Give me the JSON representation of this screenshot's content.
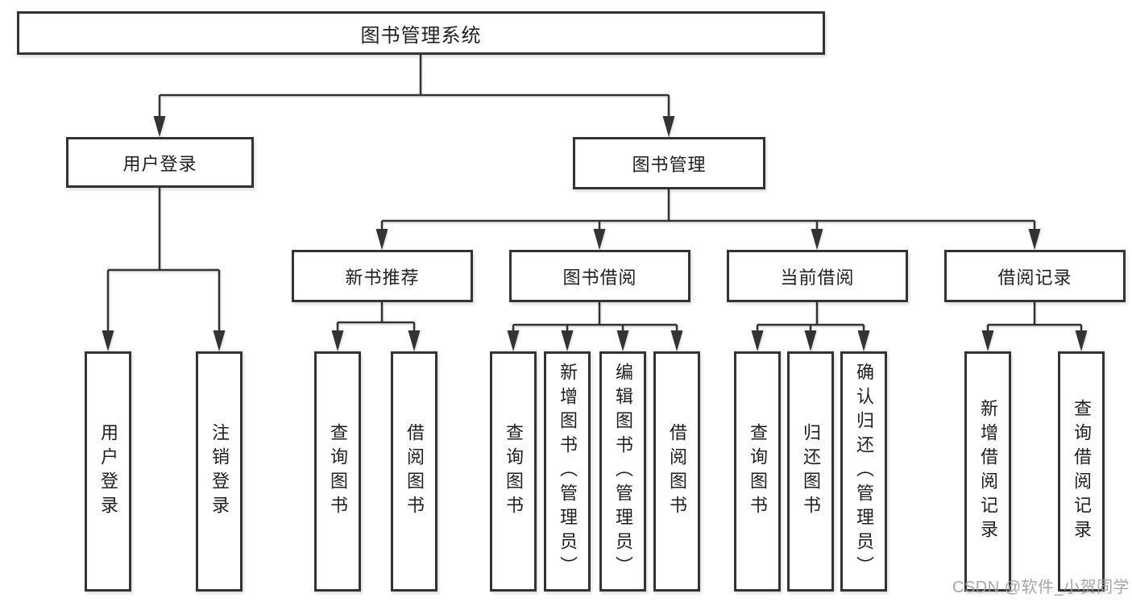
{
  "diagram_title": "图书管理系统",
  "watermark": {
    "text": "CSDN @软件_小贺同学"
  },
  "colors": {
    "line": "#333333",
    "box_border": "#333333",
    "text": "#1f1f1f",
    "watermark": "#9e9e9e",
    "background": "#ffffff"
  },
  "tree": {
    "root": {
      "label": "图书管理系统",
      "children": [
        {
          "label": "用户登录",
          "children": [
            {
              "label": "用户登录"
            },
            {
              "label": "注销登录"
            }
          ]
        },
        {
          "label": "图书管理",
          "children": [
            {
              "label": "新书推荐",
              "children": [
                {
                  "label": "查询图书"
                },
                {
                  "label": "借阅图书"
                }
              ]
            },
            {
              "label": "图书借阅",
              "children": [
                {
                  "label": "查询图书"
                },
                {
                  "label": "新增图书（管理员）"
                },
                {
                  "label": "编辑图书（管理员）"
                },
                {
                  "label": "借阅图书"
                }
              ]
            },
            {
              "label": "当前借阅",
              "children": [
                {
                  "label": "查询图书"
                },
                {
                  "label": "归还图书"
                },
                {
                  "label": "确认归还（管理员）"
                }
              ]
            },
            {
              "label": "借阅记录",
              "children": [
                {
                  "label": "新增借阅记录"
                },
                {
                  "label": "查询借阅记录"
                }
              ]
            }
          ]
        }
      ]
    }
  }
}
